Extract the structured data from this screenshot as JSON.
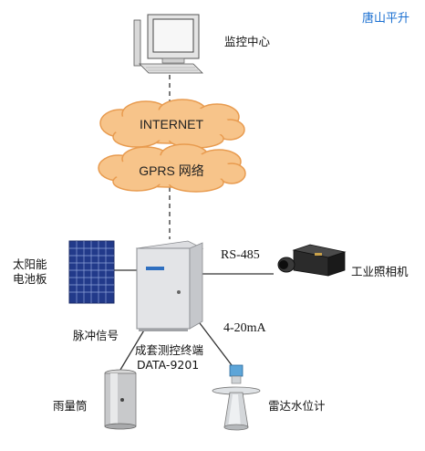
{
  "brand": "唐山平升",
  "nodes": {
    "monitor_center": "监控中心",
    "internet": "INTERNET",
    "gprs": "GPRS 网络",
    "solar_panel_line1": "太阳能",
    "solar_panel_line2": "电池板",
    "industrial_camera": "工业照相机",
    "rain_gauge": "雨量筒",
    "radar_level": "雷达水位计",
    "terminal_line1": "成套测控终端",
    "terminal_line2": "DATA-9201"
  },
  "links": {
    "rs485": "RS-485",
    "pulse": "脉冲信号",
    "analog": "4-20mA"
  }
}
